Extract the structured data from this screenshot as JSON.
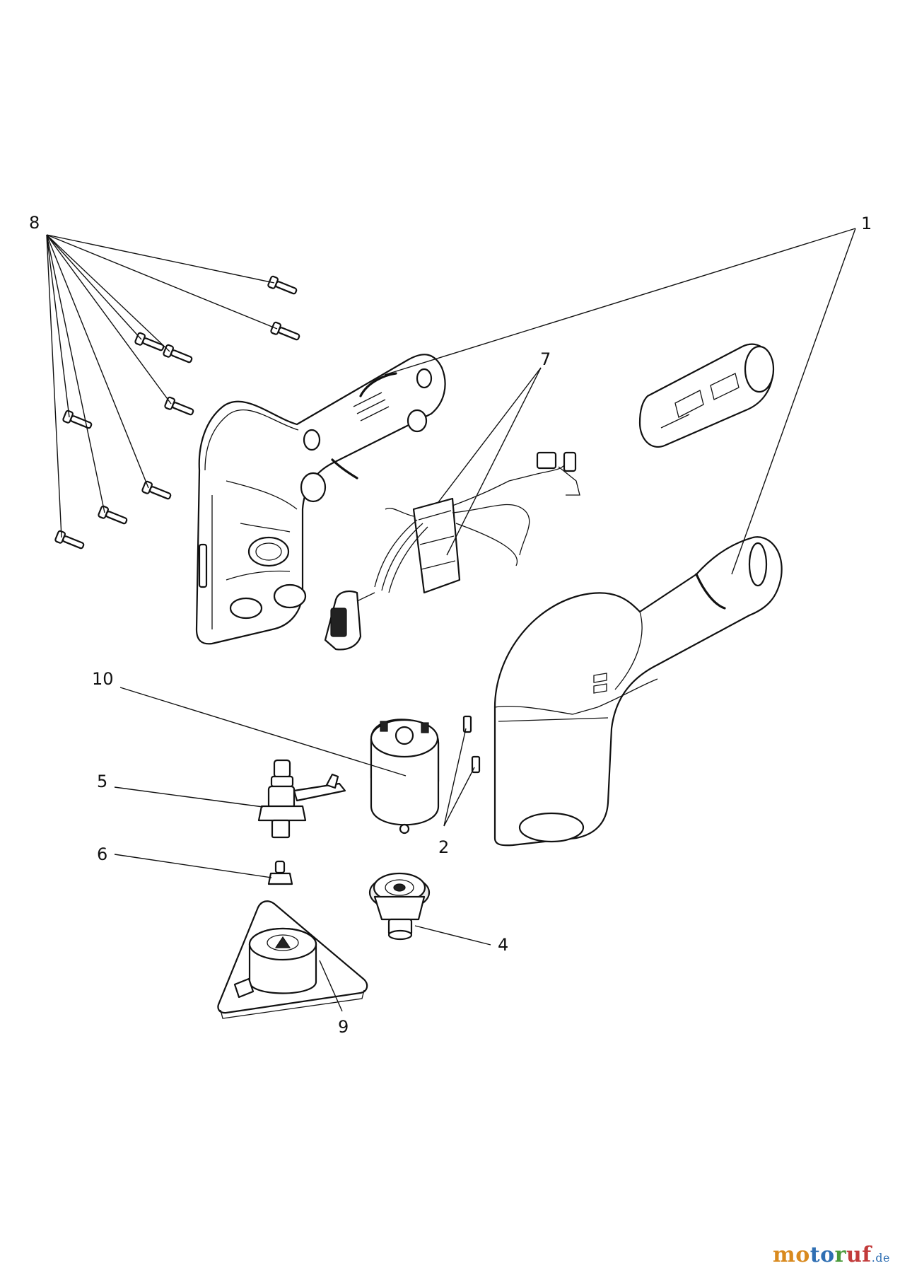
{
  "callouts": {
    "c1": "1",
    "c2": "2",
    "c4": "4",
    "c5": "5",
    "c6": "6",
    "c7": "7",
    "c8": "8",
    "c9": "9",
    "c10": "10"
  },
  "watermark": {
    "brand": "motoruf",
    "brand_parts": [
      "mo",
      "to",
      "r",
      "uf"
    ],
    "tld": ".de",
    "colors": [
      "#d98a1f",
      "#2f6fb3",
      "#4a9a3a",
      "#c23b3b"
    ]
  }
}
